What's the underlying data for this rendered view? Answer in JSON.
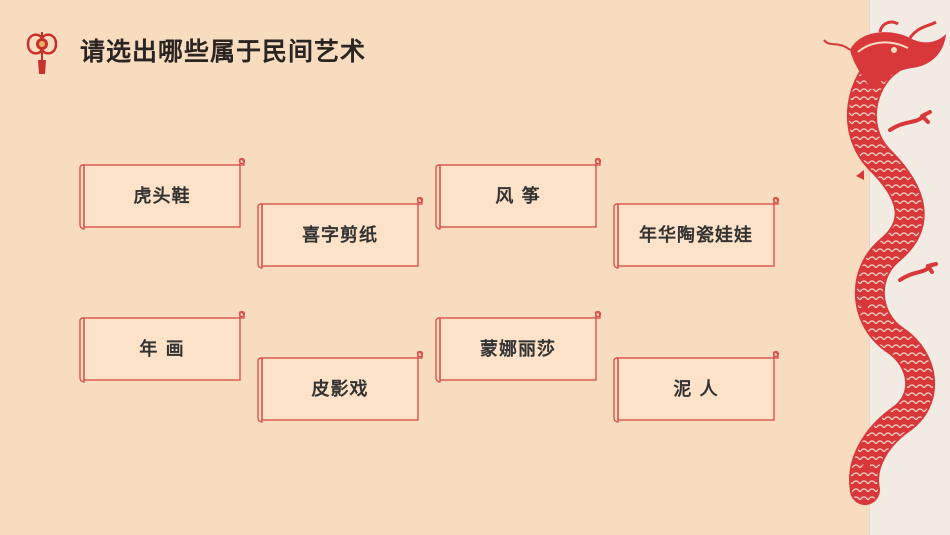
{
  "title": "请选出哪些属于民间艺术",
  "colors": {
    "background": "#f7dcc0",
    "scroll_border": "#d64a44",
    "scroll_fill": "#fbe2c8",
    "dragon_red": "#d9383a",
    "title_text": "#2a2522"
  },
  "icons": {
    "title_ornament": "chinese-knot-icon",
    "side_decoration": "dragon-icon"
  },
  "options": [
    {
      "id": "hutouxie",
      "label": "虎头鞋"
    },
    {
      "id": "xizi-jianzhi",
      "label": "喜字剪纸"
    },
    {
      "id": "fengzheng",
      "label": "风 筝"
    },
    {
      "id": "niandhua-taoci",
      "label": "年华陶瓷娃娃"
    },
    {
      "id": "nianhua",
      "label": "年 画"
    },
    {
      "id": "piyingxi",
      "label": "皮影戏"
    },
    {
      "id": "monalisa",
      "label": "蒙娜丽莎"
    },
    {
      "id": "niren",
      "label": "泥 人"
    }
  ]
}
